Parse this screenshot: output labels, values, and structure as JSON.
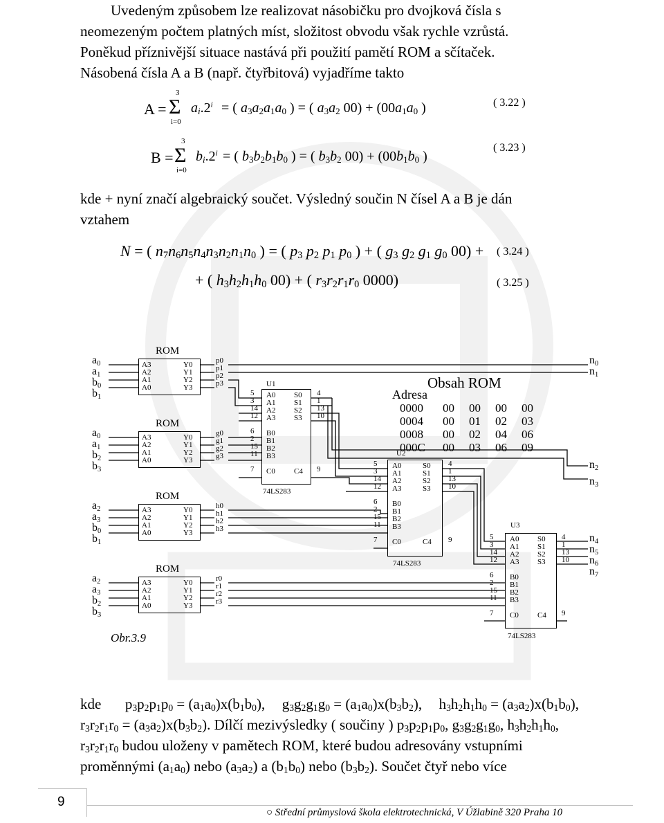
{
  "intro": {
    "line1": "Uvedeným způsobem lze realizovat násobičku pro dvojková čísla s",
    "line2": "neomezeným počtem platných míst, složitost obvodu však rychle vzrůstá.",
    "line3": "Poněkud příznivější situace nastává při použití pamětí ROM a sčítaček.",
    "line4": "Násobená čísla A a B (např. čtyřbitová) vyjadříme takto"
  },
  "equations": {
    "eq22_num": "( 3.22 )",
    "eq23_num": "( 3.23 )",
    "eq24_num": "( 3.24 )",
    "eq25_num": "( 3.25 )"
  },
  "mid_text": {
    "line1": "kde + nyní značí algebraický součet. Výsledný součin N čísel A a B je dán",
    "line2": "vztahem"
  },
  "figure": {
    "caption": "Obr.3.9",
    "rom_label": "ROM",
    "rom_inputs": [
      "A3",
      "A2",
      "A1",
      "A0"
    ],
    "rom_outputs": [
      "Y0",
      "Y1",
      "Y2",
      "Y3"
    ],
    "adder_ref": "74LS283",
    "u1": "U1",
    "u2": "U2",
    "u3": "U3",
    "table_title": "Obsah ROM",
    "table_header": "Adresa",
    "table_rows": [
      [
        "0000",
        "00",
        "00",
        "00",
        "00"
      ],
      [
        "0004",
        "00",
        "01",
        "02",
        "03"
      ],
      [
        "0008",
        "00",
        "02",
        "04",
        "06"
      ],
      [
        "000C",
        "00",
        "03",
        "06",
        "09"
      ]
    ]
  },
  "bottom_text": {
    "kde": "kde",
    "line3_a": ". Dílčí mezivýsledky ( součiny ) p",
    "line4": "budou uloženy v pamětech ROM, které budou adresovány vstupními",
    "line5_a": "proměnnými",
    "nebo": "nebo",
    "a": "a",
    "line5_end": ". Součet čtyř nebo více"
  },
  "footer": {
    "page_number": "9",
    "school": "Střední průmyslová škola elektrotechnická, V Úžlabině 320 Praha 10"
  }
}
